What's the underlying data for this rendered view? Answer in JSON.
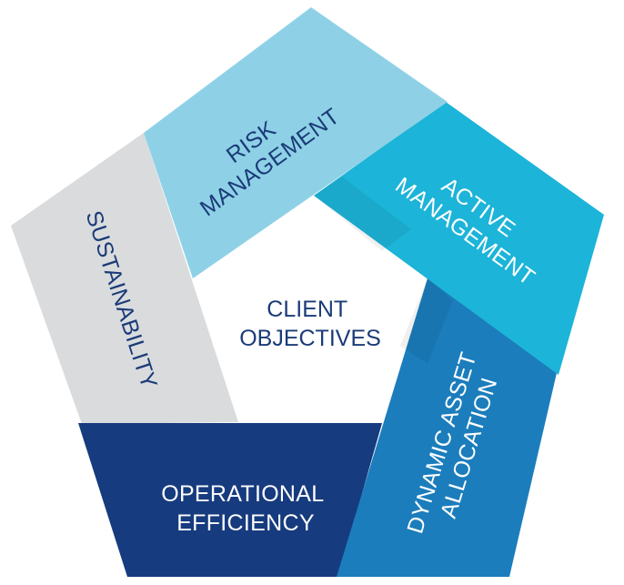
{
  "center": {
    "line1": "CLIENT",
    "line2": "OBJECTIVES"
  },
  "segments": {
    "risk": {
      "line1": "RISK",
      "line2": "MANAGEMENT",
      "color": "#8ed1e6",
      "text_color": "#1b3b78"
    },
    "active": {
      "line1": "ACTIVE",
      "line2": "MANAGEMENT",
      "color": "#1cb4d8",
      "text_color": "#ffffff"
    },
    "dynamic": {
      "line1": "DYNAMIC ASSET",
      "line2": "ALLOCATION",
      "color": "#1b7dbc",
      "text_color": "#ffffff"
    },
    "operational": {
      "line1": "OPERATIONAL",
      "line2": "EFFICIENCY",
      "color": "#163b7e",
      "text_color": "#ffffff"
    },
    "sustainability": {
      "line1": "SUSTAINABILITY",
      "color": "#d9dbdd",
      "text_color": "#1b3b78"
    }
  }
}
